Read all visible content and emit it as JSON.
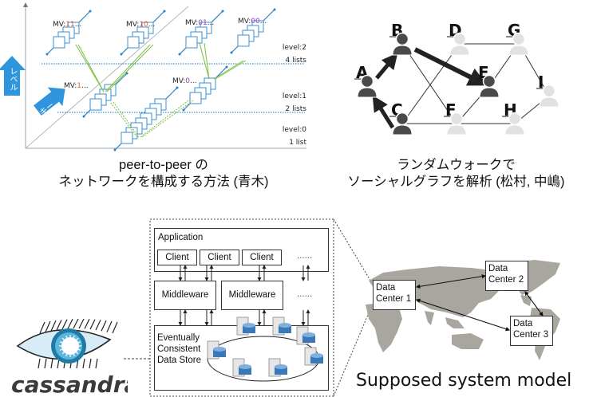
{
  "skipgraph": {
    "level_arrow_label": "レベル",
    "key_arrow_label": "キー",
    "mv_labels": [
      {
        "prefix": "MV:",
        "bits": "11",
        "suffix": "...",
        "color": "#e0602a"
      },
      {
        "prefix": "MV:",
        "bits": "10",
        "suffix": "...",
        "color": "#e0602a"
      },
      {
        "prefix": "MV:",
        "bits": "01",
        "suffix": "...",
        "color": "#9040c0"
      },
      {
        "prefix": "MV:",
        "bits": "00",
        "suffix": "...",
        "color": "#9040c0"
      },
      {
        "prefix": "MV:",
        "bits": "1",
        "suffix": "...",
        "color": "#e0602a"
      },
      {
        "prefix": "MV:",
        "bits": "0",
        "suffix": "...",
        "color": "#9040c0"
      }
    ],
    "levels": [
      {
        "level": "level:2",
        "lists": "4 lists"
      },
      {
        "level": "level:1",
        "lists": "2 lists"
      },
      {
        "level": "level:0",
        "lists": "1 list"
      }
    ],
    "colors": {
      "node": "#3a8fd0",
      "link": "#7ac043",
      "arrow": "#2f95dc"
    }
  },
  "skipgraph_caption": {
    "line1": "peer-to-peer の",
    "line2": "ネットワークを構成する方法 (青木)"
  },
  "randomwalk": {
    "nodes": [
      {
        "label": "A",
        "visited": true
      },
      {
        "label": "B",
        "visited": true
      },
      {
        "label": "C",
        "visited": true
      },
      {
        "label": "D",
        "visited": false
      },
      {
        "label": "E",
        "visited": true
      },
      {
        "label": "F",
        "visited": false
      },
      {
        "label": "G",
        "visited": false
      },
      {
        "label": "H",
        "visited": false
      },
      {
        "label": "I",
        "visited": false
      }
    ],
    "colors": {
      "visited": "#4a4a4a",
      "unvisited": "#e2e2e2"
    }
  },
  "randomwalk_caption": {
    "line1": "ランダムウォークで",
    "line2": "ソーシャルグラフを解析 (松村, 中嶋)"
  },
  "system": {
    "application_label": "Application",
    "clients": [
      "Client",
      "Client",
      "Client"
    ],
    "client_more": "......",
    "middlewares": [
      "Middleware",
      "Middleware"
    ],
    "middleware_more": "......",
    "datastore_lines": [
      "Eventually",
      "Consistent",
      "Data Store"
    ],
    "logo_text": "cassandra"
  },
  "worldmap": {
    "datacenters": [
      {
        "line1": "Data",
        "line2": "Center 1"
      },
      {
        "line1": "Data",
        "line2": "Center 2"
      },
      {
        "line1": "Data",
        "line2": "Center 3"
      }
    ],
    "caption": "Supposed system model"
  }
}
